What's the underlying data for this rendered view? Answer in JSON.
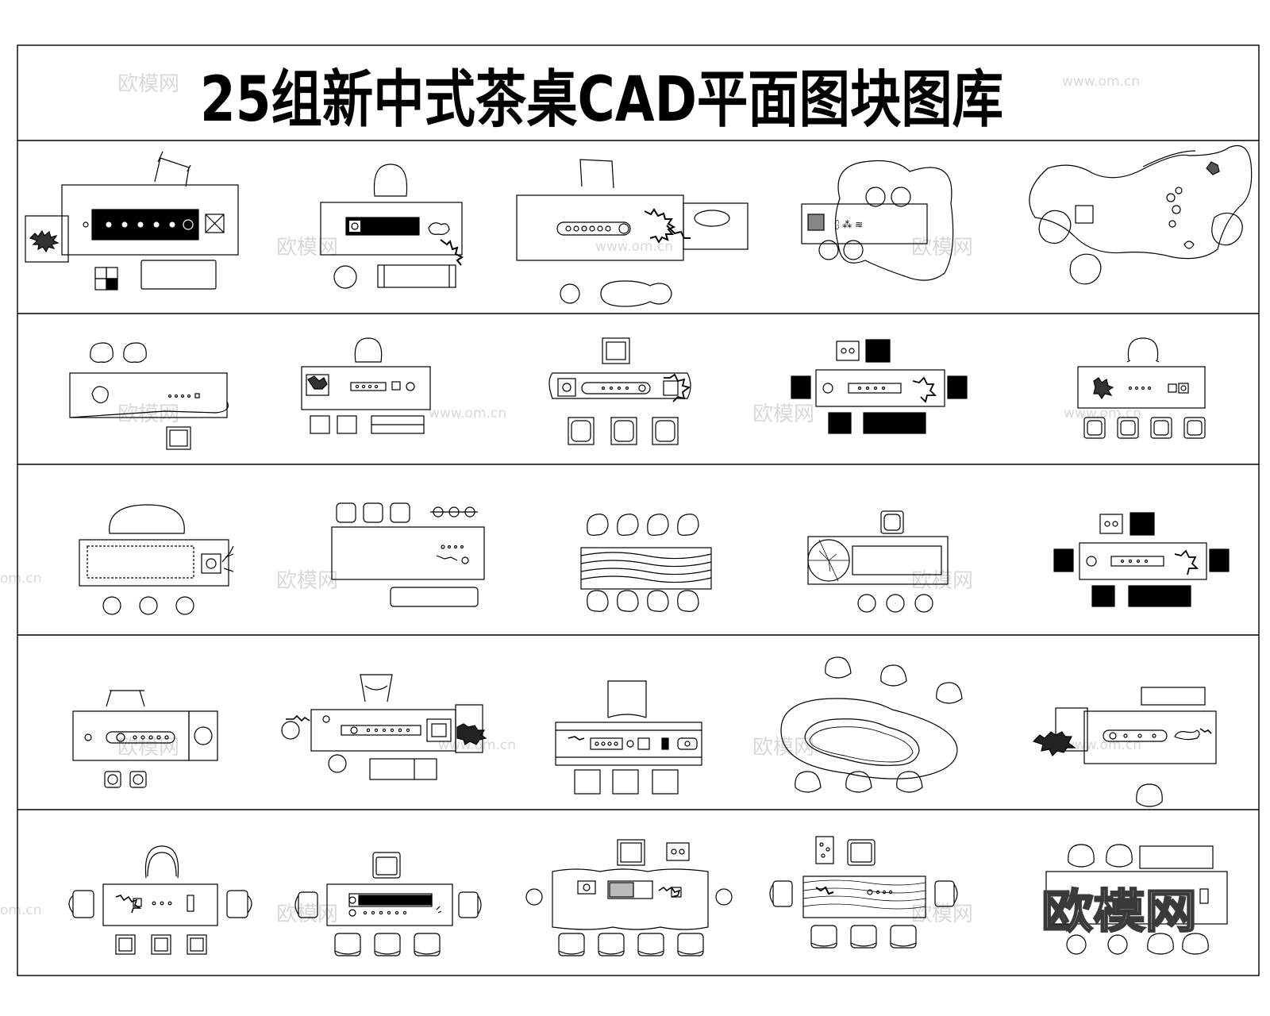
{
  "sheet": {
    "title": "25组新中式茶桌CAD平面图块图库",
    "line_color": "#000000",
    "background": "#ffffff"
  },
  "watermark": {
    "text": "欧模网",
    "url": "www.om.cn",
    "url_partial": "om.cn",
    "color": "#d9d9d9",
    "corner_text": "欧模网"
  },
  "rows": [
    {
      "id": 1,
      "blocks": [
        {
          "id": "block-01"
        },
        {
          "id": "block-02"
        },
        {
          "id": "block-03"
        },
        {
          "id": "block-04"
        },
        {
          "id": "block-05"
        }
      ]
    },
    {
      "id": 2,
      "blocks": [
        {
          "id": "block-06"
        },
        {
          "id": "block-07"
        },
        {
          "id": "block-08"
        },
        {
          "id": "block-09"
        },
        {
          "id": "block-10"
        }
      ]
    },
    {
      "id": 3,
      "blocks": [
        {
          "id": "block-11"
        },
        {
          "id": "block-12"
        },
        {
          "id": "block-13"
        },
        {
          "id": "block-14"
        },
        {
          "id": "block-15"
        }
      ]
    },
    {
      "id": 4,
      "blocks": [
        {
          "id": "block-16"
        },
        {
          "id": "block-17"
        },
        {
          "id": "block-18"
        },
        {
          "id": "block-19"
        },
        {
          "id": "block-20"
        }
      ]
    },
    {
      "id": 5,
      "blocks": [
        {
          "id": "block-21"
        },
        {
          "id": "block-22"
        },
        {
          "id": "block-23"
        },
        {
          "id": "block-24"
        },
        {
          "id": "block-25"
        }
      ]
    }
  ]
}
